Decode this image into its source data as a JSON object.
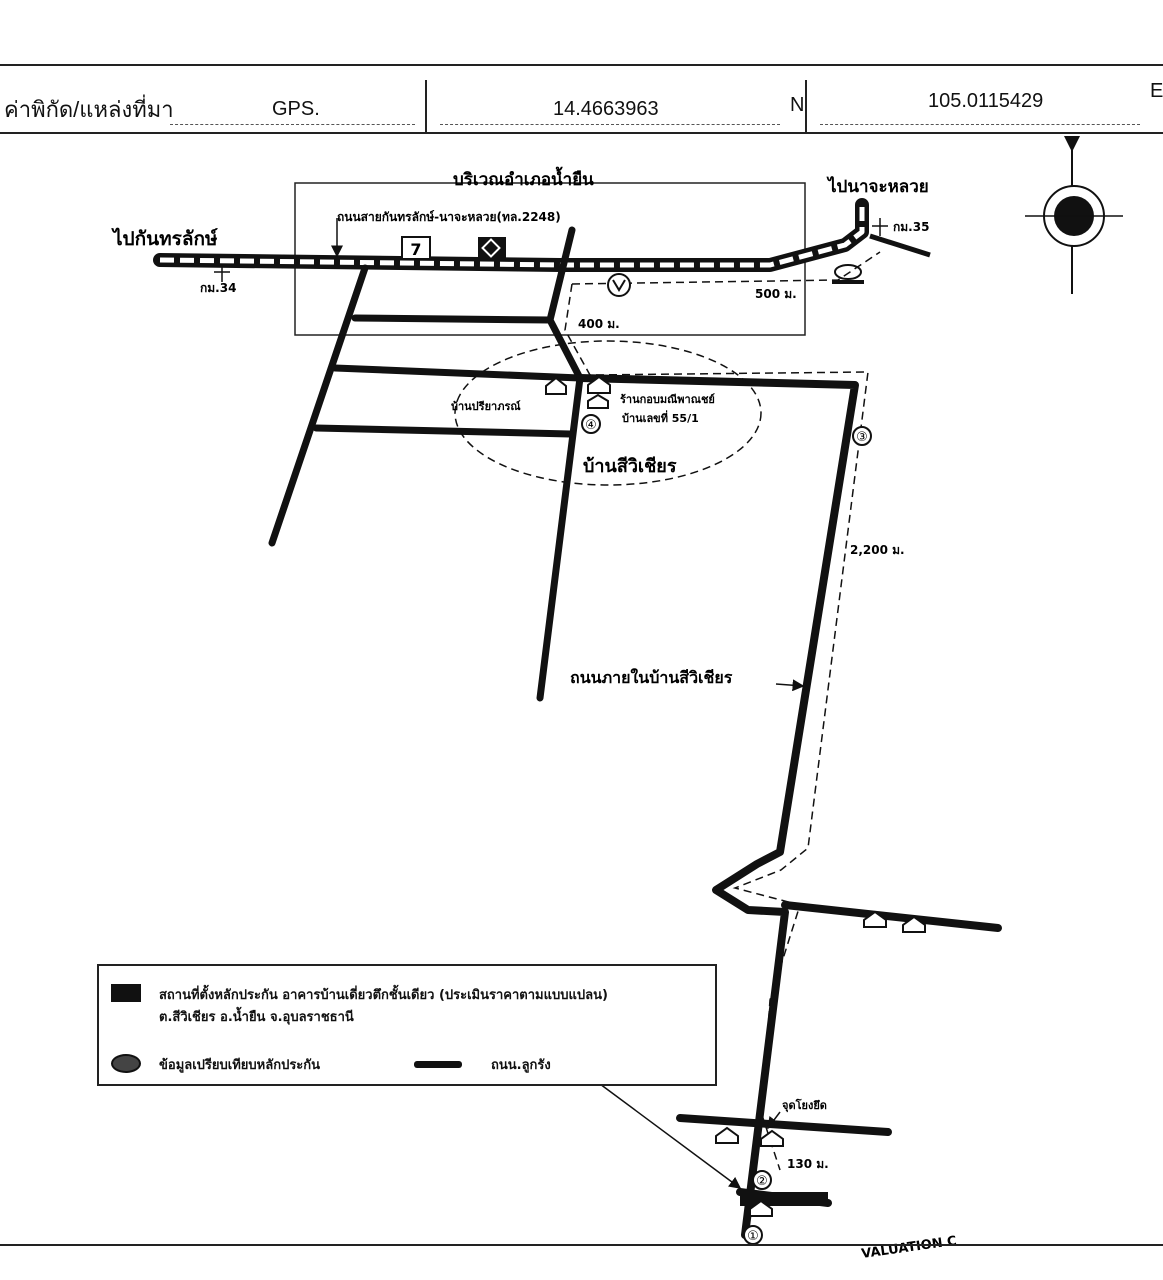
{
  "header": {
    "coord_label": "ค่าพิกัด/แหล่งที่มา",
    "source": "GPS.",
    "latitude": "14.4663963",
    "lat_suffix": "N",
    "longitude": "105.0115429",
    "lon_suffix": "E"
  },
  "map": {
    "district_area": "บริเวณอำเภอน้ำยืน",
    "main_road": "ถนนสายกันทรลักษ์-นาจะหลวย(ทล.2248)",
    "to_west": "ไปกันทรลักษ์",
    "to_east": "ไปนาจะหลวย",
    "km_west": "กม.34",
    "km_east": "กม.35",
    "dist_500": "500 ม.",
    "dist_400": "400 ม.",
    "dist_2200": "2,200 ม.",
    "dist_130": "130 ม.",
    "village": "บ้านสีวิเชียร",
    "village_road": "ถนนภายในบ้านสีวิเชียร",
    "house_1": "บ้านปรียาภรณ์",
    "house_2": "ร้านกอบมณีพาณชย์",
    "house_3": "บ้านเลขที่ 55/1",
    "landmark": "จุดโยงยึด",
    "markers": [
      "①",
      "②",
      "③",
      "④"
    ],
    "stamp_text": "VALUATION C"
  },
  "legend": {
    "collateral": "สถานที่ตั้งหลักประกัน อาคารบ้านเดี่ยวตึกชั้นเดียว (ประเมินราคาตามแบบแปลน)",
    "collateral_location": "ต.สีวิเชียร อ.น้ำยืน จ.อุบลราชธานี",
    "comparison": "ข้อมูลเปรียบเทียบหลักประกัน",
    "road": "ถนน.ลูกรัง"
  },
  "colors": {
    "ink": "#111111",
    "paper": "#ffffff"
  }
}
